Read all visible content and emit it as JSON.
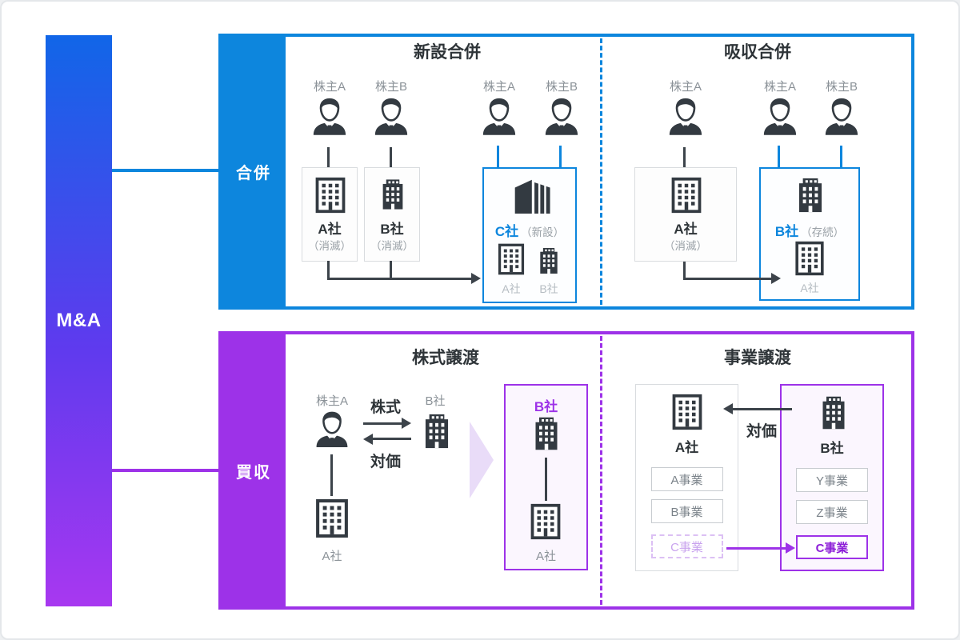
{
  "mna": {
    "label": "M&A"
  },
  "colors": {
    "blue": "#0d86dd",
    "purple": "#9d32e8",
    "dark": "#333a41",
    "gradient_top": "#1166e8",
    "gradient_bottom": "#a838f0"
  },
  "merger": {
    "branch_label": "合併",
    "shinsetsu": {
      "title": "新設合併",
      "shareholders": [
        "株主A",
        "株主B",
        "株主A",
        "株主B"
      ],
      "company_a": {
        "name": "A社",
        "status": "（消滅）"
      },
      "company_b": {
        "name": "B社",
        "status": "（消滅）"
      },
      "company_c": {
        "name": "C社",
        "status": "（新設）",
        "children": [
          "A社",
          "B社"
        ]
      }
    },
    "kyushu": {
      "title": "吸収合併",
      "shareholders": [
        "株主A",
        "株主A",
        "株主B"
      ],
      "company_a": {
        "name": "A社",
        "status": "（消滅）"
      },
      "company_b": {
        "name": "B社",
        "status": "（存続）",
        "child": "A社"
      }
    }
  },
  "acquisition": {
    "branch_label": "買収",
    "kabushiki": {
      "title": "株式譲渡",
      "shareholder": "株主A",
      "stock_label": "株式",
      "consideration_label": "対価",
      "company_b": "B社",
      "company_a": "A社",
      "result": {
        "name": "B社",
        "child": "A社"
      }
    },
    "jigyo": {
      "title": "事業譲渡",
      "consideration_label": "対価",
      "company_a": {
        "name": "A社",
        "businesses": [
          "A事業",
          "B事業",
          "C事業"
        ]
      },
      "company_b": {
        "name": "B社",
        "businesses": [
          "Y事業",
          "Z事業",
          "C事業"
        ]
      }
    }
  }
}
